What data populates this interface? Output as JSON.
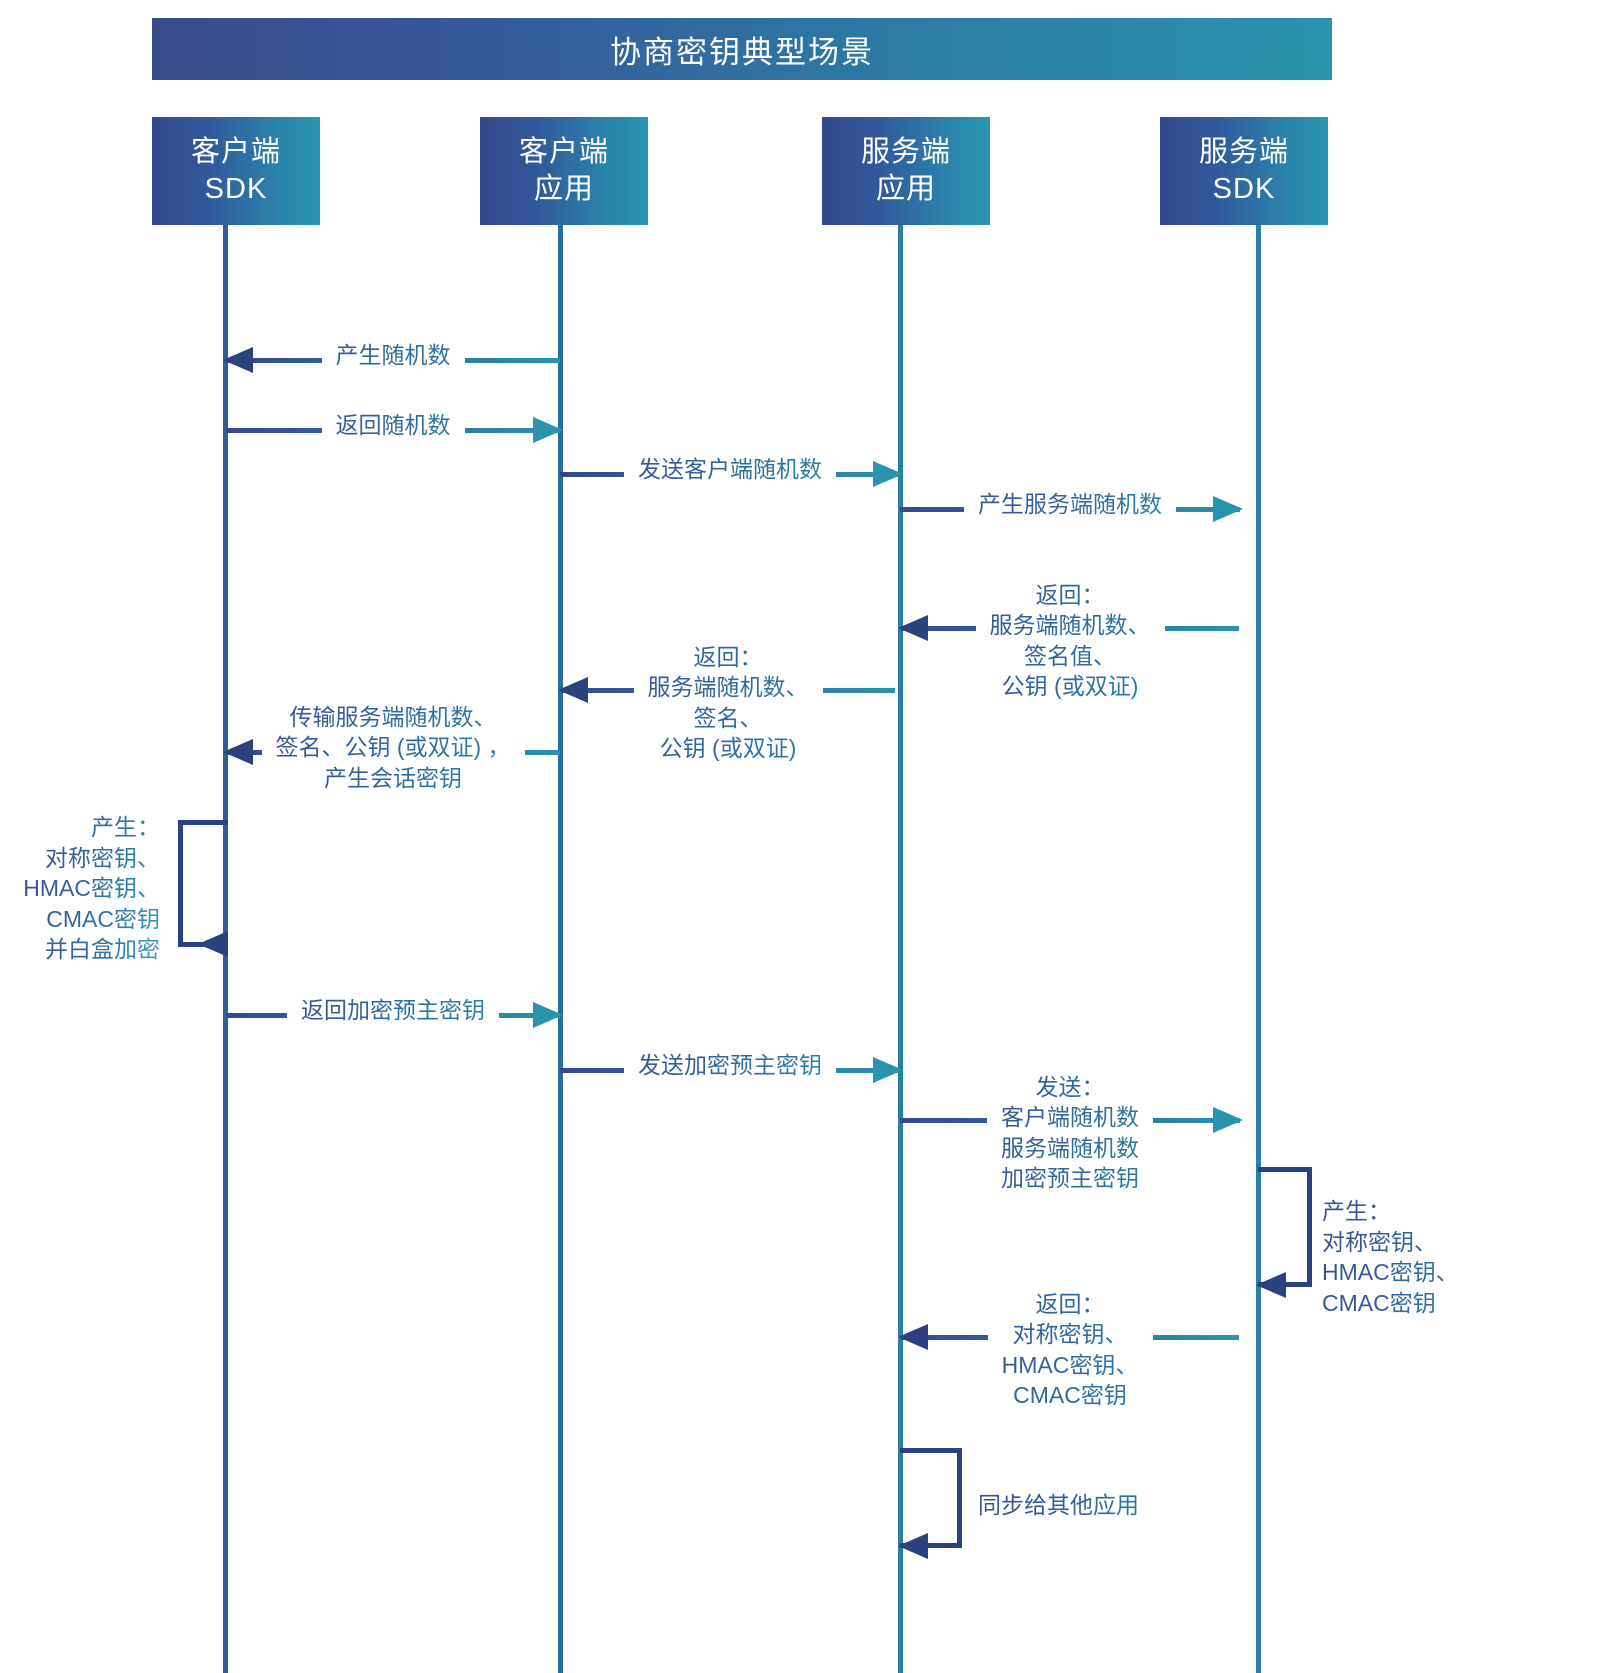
{
  "title": "协商密钥典型场景",
  "colors": {
    "navy": "#35488c",
    "teal": "#2a96b0",
    "arrow_head_dark": "#2c427f",
    "arrow_head_teal": "#2a93ae",
    "text": "#33589a",
    "background": "#ffffff"
  },
  "actors": [
    {
      "id": "client-sdk",
      "line1": "客户端",
      "line2": "SDK"
    },
    {
      "id": "client-app",
      "line1": "客户端",
      "line2": "应用"
    },
    {
      "id": "server-app",
      "line1": "服务端",
      "line2": "应用"
    },
    {
      "id": "server-sdk",
      "line1": "服务端",
      "line2": "SDK"
    }
  ],
  "messages": [
    {
      "id": "m1",
      "label": "产生随机数",
      "from": "client-app",
      "to": "client-sdk",
      "direction": "rtl"
    },
    {
      "id": "m2",
      "label": "返回随机数",
      "from": "client-sdk",
      "to": "client-app",
      "direction": "ltr"
    },
    {
      "id": "m3",
      "label": "发送客户端随机数",
      "from": "client-app",
      "to": "server-app",
      "direction": "ltr"
    },
    {
      "id": "m4",
      "label": "产生服务端随机数",
      "from": "server-app",
      "to": "server-sdk",
      "direction": "ltr"
    },
    {
      "id": "m5",
      "label": "返回：\n服务端随机数、\n签名值、\n公钥 (或双证)",
      "from": "server-sdk",
      "to": "server-app",
      "direction": "rtl"
    },
    {
      "id": "m6",
      "label": "返回：\n服务端随机数、\n签名、\n公钥 (或双证)",
      "from": "server-app",
      "to": "client-app",
      "direction": "rtl"
    },
    {
      "id": "m7",
      "label": "传输服务端随机数、\n签名、公钥 (或双证) ，\n产生会话密钥",
      "from": "client-app",
      "to": "client-sdk",
      "direction": "rtl"
    },
    {
      "id": "m8",
      "label": "返回加密预主密钥",
      "from": "client-sdk",
      "to": "client-app",
      "direction": "ltr"
    },
    {
      "id": "m9",
      "label": "发送加密预主密钥",
      "from": "client-app",
      "to": "server-app",
      "direction": "ltr"
    },
    {
      "id": "m10",
      "label": "发送：\n客户端随机数\n服务端随机数\n加密预主密钥",
      "from": "server-app",
      "to": "server-sdk",
      "direction": "ltr"
    },
    {
      "id": "m11",
      "label": "返回：\n对称密钥、\nHMAC密钥、\nCMAC密钥",
      "from": "server-sdk",
      "to": "server-app",
      "direction": "rtl"
    }
  ],
  "self_messages": [
    {
      "id": "s1",
      "actor": "client-sdk",
      "side": "left",
      "label": "产生：\n对称密钥、\nHMAC密钥、\nCMAC密钥\n并白盒加密"
    },
    {
      "id": "s2",
      "actor": "server-sdk",
      "side": "right",
      "label": "产生：\n对称密钥、\nHMAC密钥、\nCMAC密钥"
    },
    {
      "id": "s3",
      "actor": "server-app",
      "side": "right",
      "label": "同步给其他应用"
    }
  ]
}
